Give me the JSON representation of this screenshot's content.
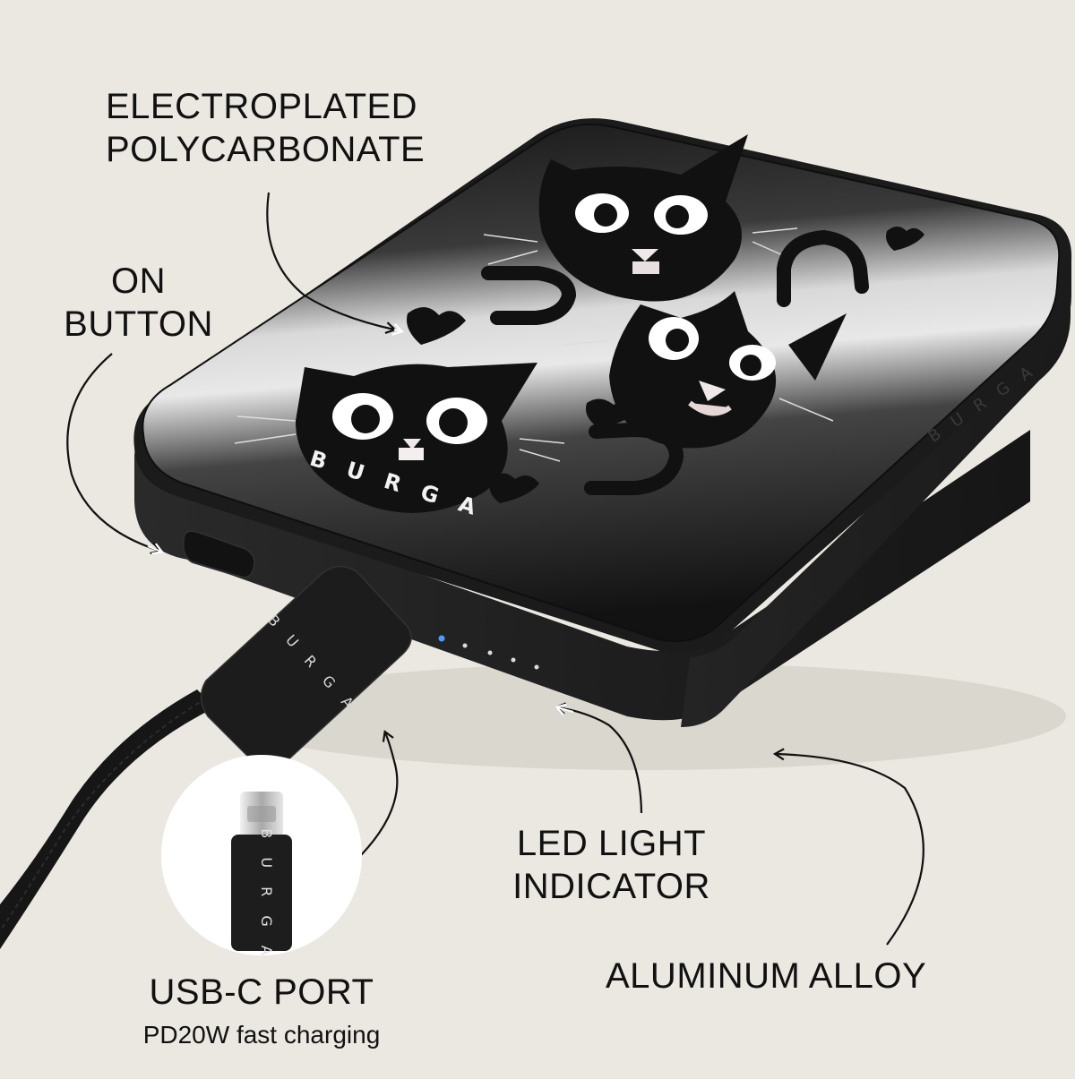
{
  "labels": {
    "material": {
      "line1": "ELECTROPLATED",
      "line2": "POLYCARBONATE"
    },
    "button": {
      "line1": "ON",
      "line2": "BUTTON"
    },
    "led": {
      "line1": "LED LIGHT",
      "line2": "INDICATOR"
    },
    "alloy": "ALUMINUM ALLOY",
    "port": {
      "title": "USB-C PORT",
      "subtitle": "PD20W fast charging"
    }
  },
  "brand": {
    "top": "B U R G A",
    "side": "B U R G A",
    "connector": "B U R G A",
    "zoom_connector": "B U R G A"
  },
  "colors": {
    "background": "#ebe8e2",
    "body": "#1e1e1e",
    "top_highlight": "#e2e2e2",
    "led": "#4a9cff",
    "text": "#111111"
  }
}
